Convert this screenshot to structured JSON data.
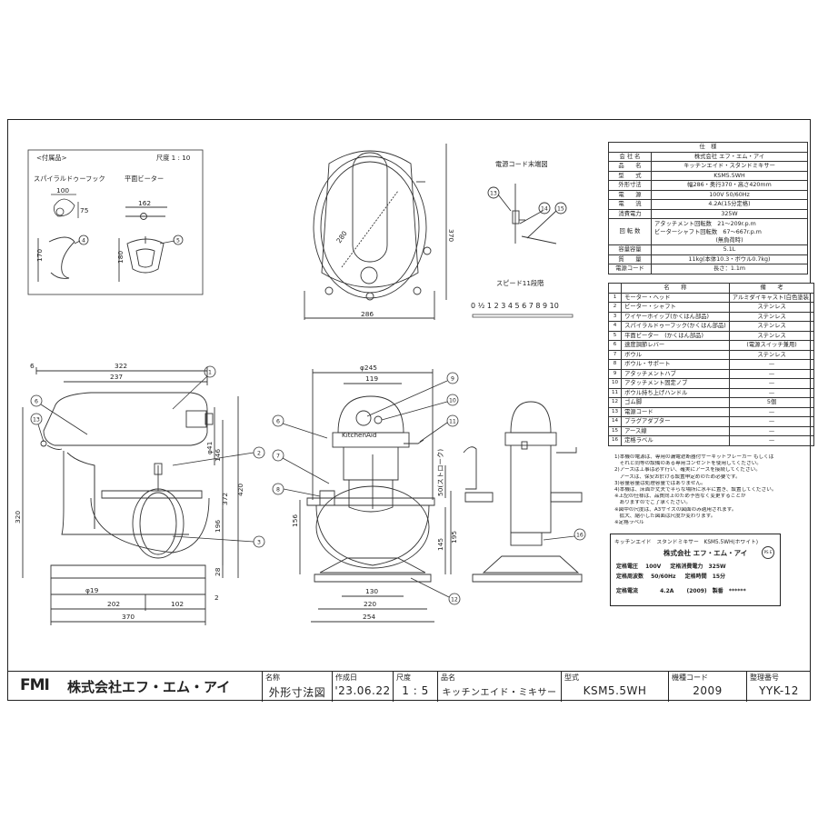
{
  "accessories": {
    "title": "<付属品>",
    "scale": "尺度 1 : 10",
    "spiral_dough_hook": "スパイラルドゥーフック",
    "flat_beater": "平面ビーター",
    "dims": {
      "hook_w": "100",
      "hook_d": "75",
      "hook_h": "170",
      "beater_w": "162",
      "beater_h": "180"
    },
    "callouts": [
      "4",
      "5"
    ]
  },
  "top_view": {
    "dims": {
      "radius": "280",
      "width": "286",
      "height": "370"
    }
  },
  "power_cord_detail": {
    "title": "電源コード末端図",
    "callouts": [
      "13",
      "14",
      "15"
    ]
  },
  "speed_dial": {
    "title": "スピード11段階",
    "marks": "0 ½ 1 2 3 4 5 6 7 8 9 10"
  },
  "side_view": {
    "dims": {
      "top_offset": "6",
      "top_span": "322",
      "body_len": "237",
      "d41": "φ41",
      "d146": "146",
      "d372": "372",
      "d420": "420",
      "d320": "320",
      "d196": "196",
      "d28": "28",
      "d2": "2",
      "d19": "φ19",
      "d202": "202",
      "d102": "102",
      "d370": "370"
    },
    "callouts": [
      "1",
      "2",
      "3",
      "6",
      "13"
    ]
  },
  "front_view": {
    "dims": {
      "d245": "φ245",
      "d119": "119",
      "d50": "50(ストローク)",
      "d156": "156",
      "d195": "195",
      "d145": "145",
      "d130": "130",
      "d220": "220",
      "d254": "254"
    },
    "callouts": [
      "6",
      "7",
      "8",
      "9",
      "10",
      "11",
      "12"
    ]
  },
  "rear_view": {
    "callouts": [
      "16"
    ]
  },
  "spec_table": {
    "title": "仕　様",
    "rows": [
      [
        "会 社 名",
        "株式会社 エフ・エム・アイ"
      ],
      [
        "品　　名",
        "キッチンエイド・スタンドミキサー"
      ],
      [
        "型　　式",
        "KSM5.5WH"
      ],
      [
        "外形寸法",
        "幅286・奥行370・高さ420mm"
      ],
      [
        "電　　源",
        "100V 50/60Hz"
      ],
      [
        "電　　流",
        "4.2A(15分定格)"
      ],
      [
        "消費電力",
        "325W"
      ],
      [
        "回 転 数",
        "アタッチメント回転数　21〜209r.p.m|ビーターシャフト回転数　67〜667r.p.m|(無負荷時)"
      ],
      [
        "容量容量",
        "5.1L"
      ],
      [
        "質　　量",
        "11kg(本体10.3・ボウル0.7kg)"
      ],
      [
        "電源コード",
        "長さ：1.1m"
      ]
    ]
  },
  "parts_table": {
    "headers": [
      "名　　称",
      "備　　考"
    ],
    "rows": [
      [
        "1",
        "モーター・ヘッド",
        "アルミダイキャスト(白色塗装)"
      ],
      [
        "2",
        "ビーター・シャフト",
        "ステンレス"
      ],
      [
        "3",
        "ワイヤーホイップ(かくはん部品)",
        "ステンレス"
      ],
      [
        "4",
        "スパイラルドゥーフック(かくはん部品)",
        "ステンレス"
      ],
      [
        "5",
        "平面ビーター　(かくはん部品)",
        "ステンレス"
      ],
      [
        "6",
        "速度調節レバー",
        "(電源スイッチ兼用)"
      ],
      [
        "7",
        "ボウル",
        "ステンレス"
      ],
      [
        "8",
        "ボウル・サポート",
        "—"
      ],
      [
        "9",
        "アタッチメントハブ",
        "—"
      ],
      [
        "10",
        "アタッチメント固定ノブ",
        "—"
      ],
      [
        "11",
        "ボウル持ち上げハンドル",
        "—"
      ],
      [
        "12",
        "ゴム脚",
        "5個"
      ],
      [
        "13",
        "電源コード",
        "—"
      ],
      [
        "14",
        "プラグアダプター",
        "—"
      ],
      [
        "15",
        "アース線",
        "—"
      ],
      [
        "16",
        "定格ラベル",
        "—"
      ]
    ]
  },
  "notes": [
    "1)本機の電源は、専用の漏電遮断器付サーキットブレーカー もしくは",
    "　それと同等の設備のある専用コンセントを使用してください。",
    "2)アースは工事は必ず行い、確実にアースを接続してください。",
    "　アースは、保安お於ける設置申定めのため必要です。",
    "3)容量容量は処理容量ではありません。",
    "4)本機は、床面が丈夫で平らな場所に水平に置き、設置してください。",
    "※上記の仕様は、品質向上のため予告なく変更することが",
    "　ありますのでご了承ください。",
    "※図中の尺度は、A3サイズの図面のみ適用されます。",
    "　拡大、縮小した図面は尺度が変わります。",
    "※定格ラベル"
  ],
  "rating_label": {
    "title": "キッチンエイド　スタンドミキサー　KSM5.5WH(ホワイト)",
    "company": "株式会社 エフ・エム・アイ",
    "rows": [
      [
        "定格電圧",
        "100V",
        "定格消費電力",
        "325W"
      ],
      [
        "定格周波数",
        "50/60Hz",
        "定格時間",
        "15分"
      ],
      [
        "定格電流",
        "4.2A",
        "(2009)",
        "******"
      ]
    ],
    "serial_label": "製番"
  },
  "title_block": {
    "logo": "FMI",
    "company": "株式会社エフ・エム・アイ",
    "cells": [
      {
        "label": "名称",
        "value": "外形寸法図"
      },
      {
        "label": "作成日",
        "value": "'23.06.22"
      },
      {
        "label": "尺度",
        "value": "1 : 5"
      },
      {
        "label": "品名",
        "value": "キッチンエイド・ミキサー"
      },
      {
        "label": "型式",
        "value": "KSM5.5WH"
      },
      {
        "label": "機種コード",
        "value": "2009"
      },
      {
        "label": "整理番号",
        "value": "YYK-12"
      }
    ]
  }
}
